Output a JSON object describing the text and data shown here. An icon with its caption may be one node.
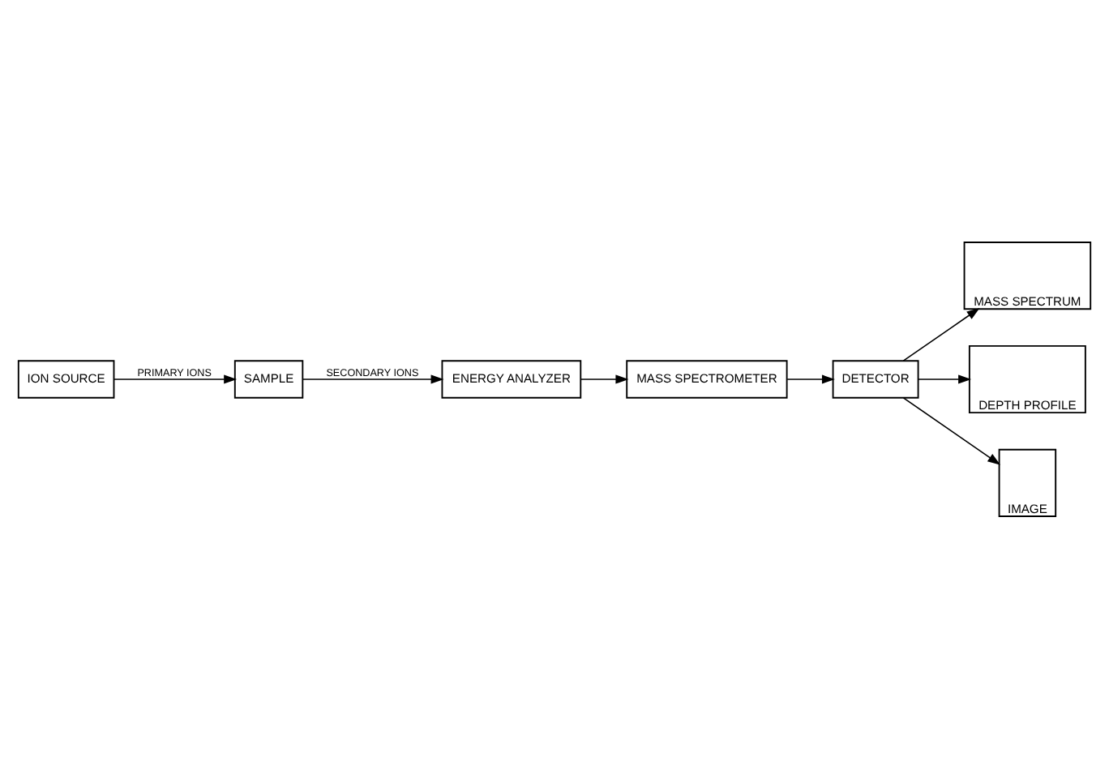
{
  "diagram": {
    "nodes": [
      {
        "text": [
          "ION SOURCE"
        ]
      },
      {
        "text": [
          "SAMPLE"
        ]
      },
      {
        "text": [
          "ENERGY ANALYZER"
        ]
      },
      {
        "text": [
          "MASS SPECTROMETER"
        ]
      },
      {
        "text": [
          "DETECTOR"
        ]
      },
      {
        "text": [
          "MASS SPECTRUM"
        ]
      },
      {
        "text": [
          "DEPTH PROFILE"
        ]
      },
      {
        "text": [
          "IMAGE"
        ]
      }
    ],
    "edges": [
      {
        "from": 0,
        "to": 1,
        "arrow": "to",
        "label": "PRIMARY IONS"
      },
      {
        "from": 1,
        "to": 2,
        "arrow": "to",
        "label": "SECONDARY IONS"
      },
      {
        "from": 2,
        "to": 3,
        "arrow": "to"
      },
      {
        "from": 3,
        "to": 4,
        "arrow": "to"
      },
      {
        "from": 4,
        "to": 5,
        "arrow": "to"
      },
      {
        "from": 4,
        "to": 6,
        "arrow": "to"
      },
      {
        "from": 4,
        "to": 7,
        "arrow": "to"
      }
    ]
  }
}
